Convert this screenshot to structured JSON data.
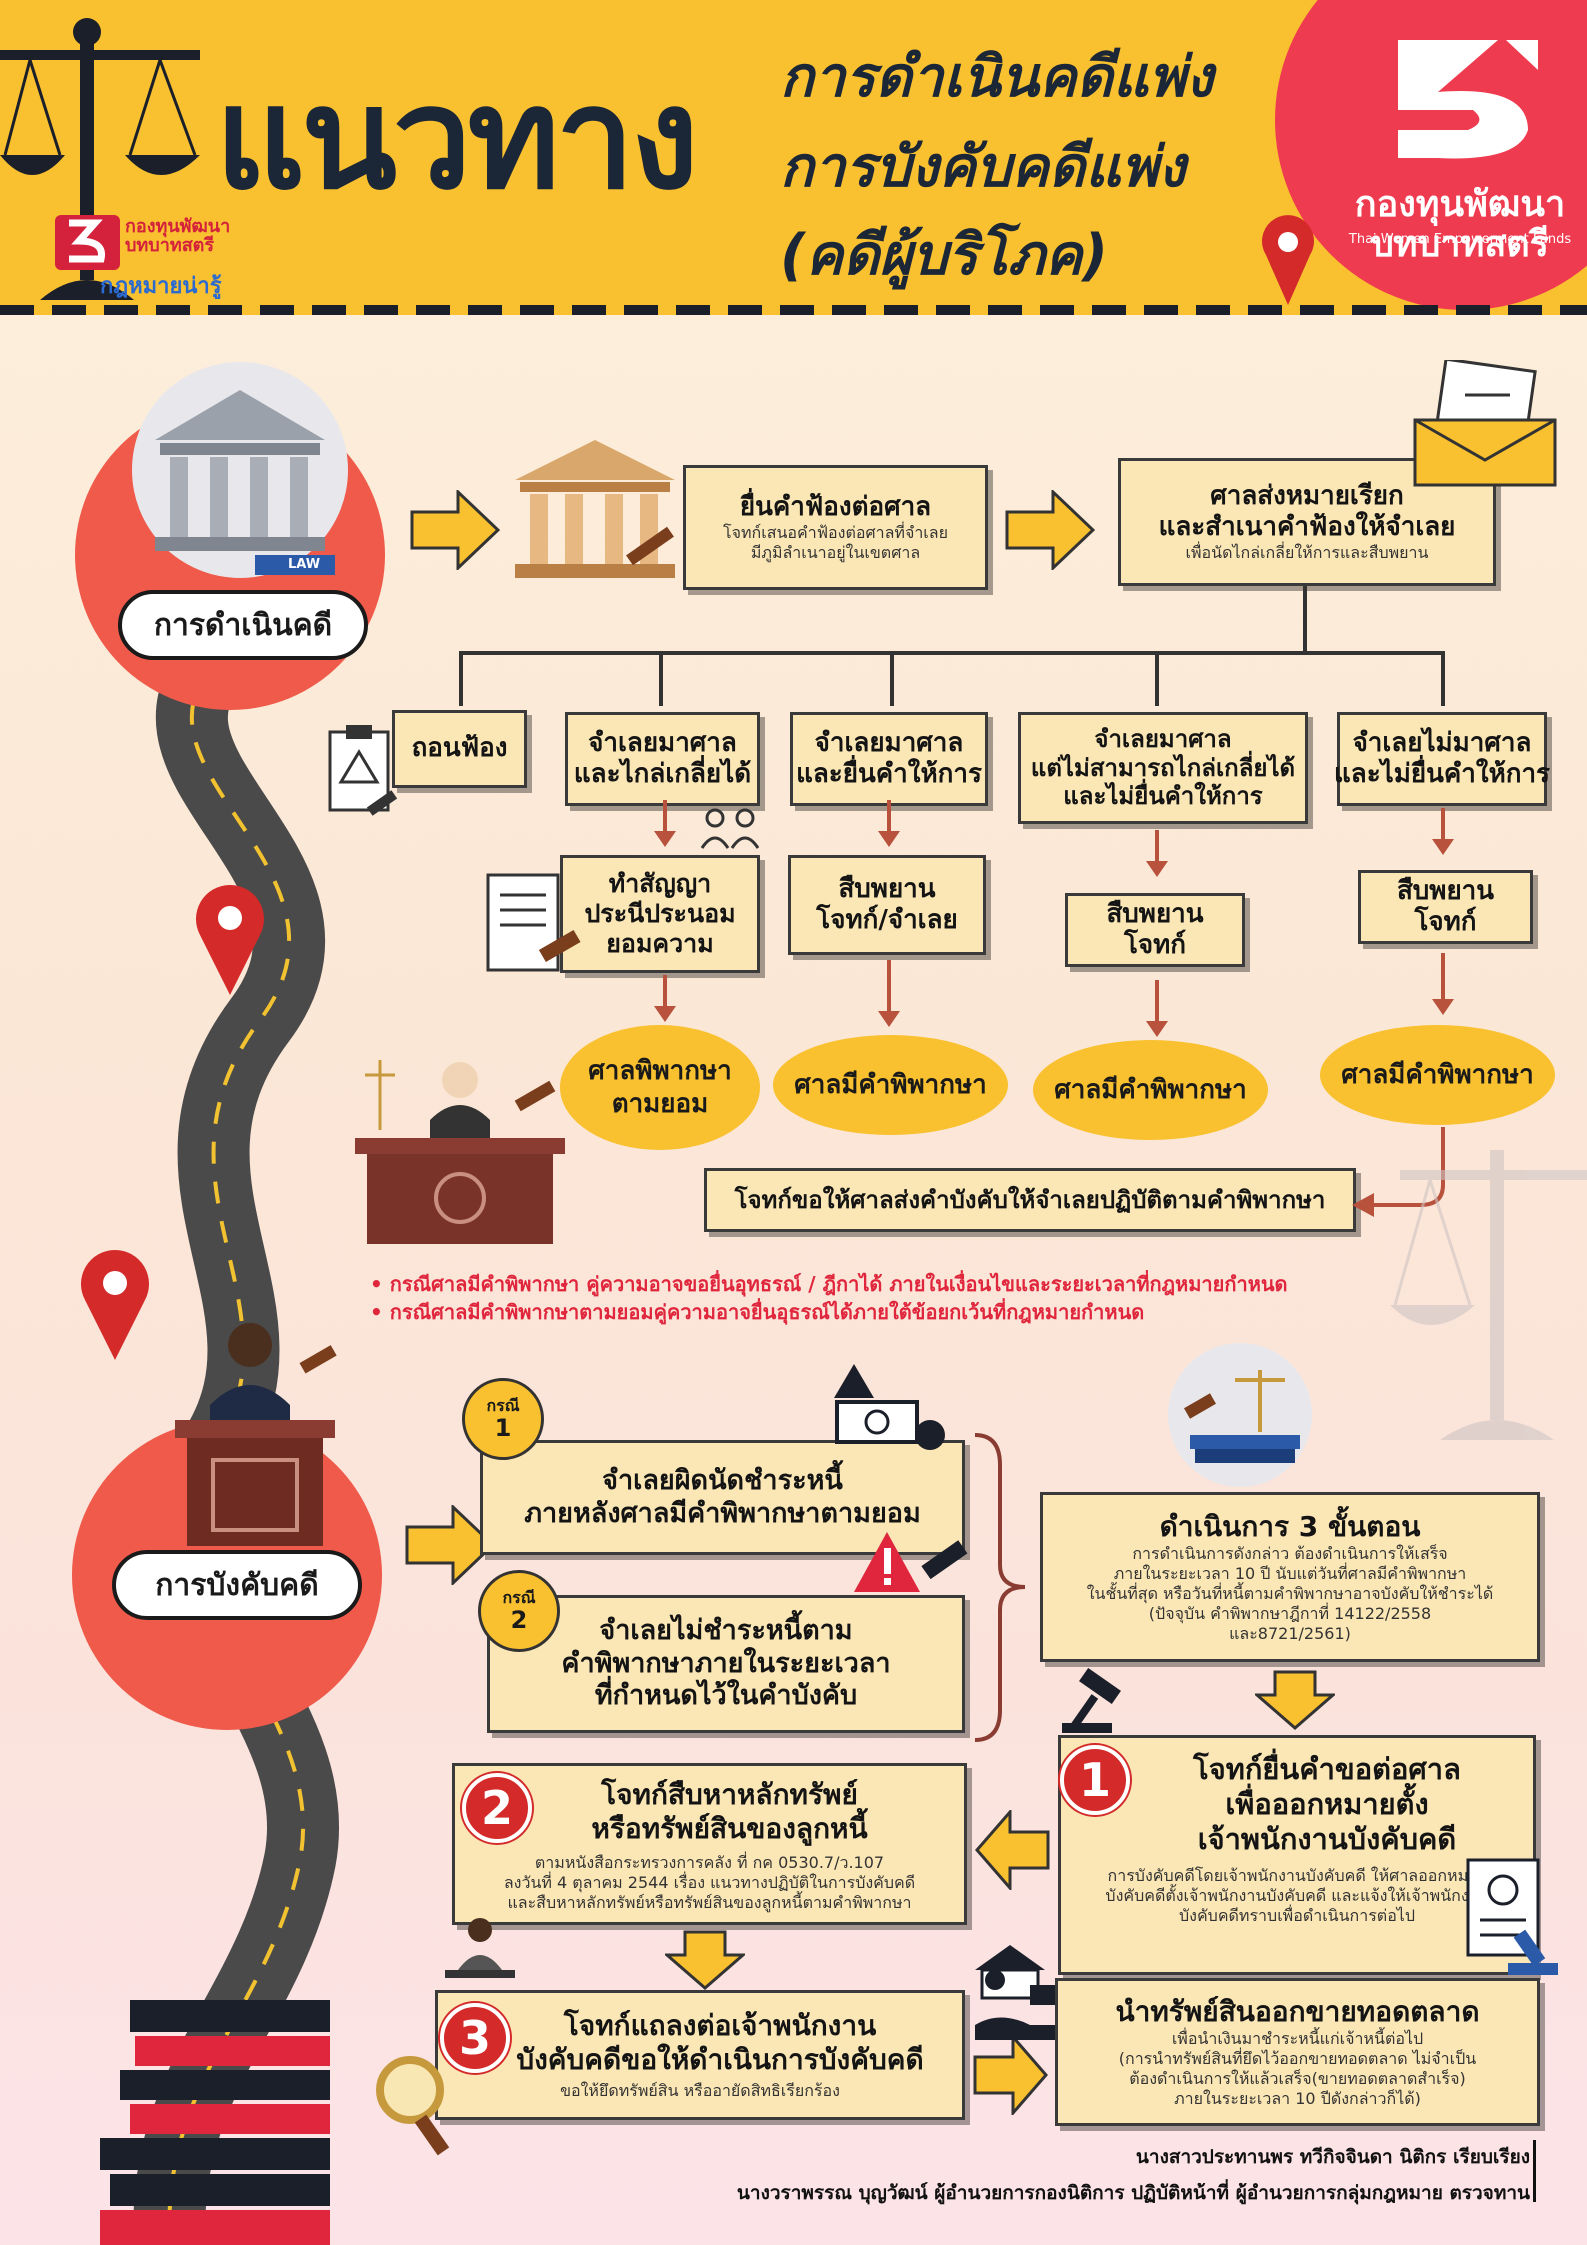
{
  "header": {
    "main_title": "แนวทาง",
    "sub_title_1": "การดำเนินคดีแพ่ง",
    "sub_title_2": "การบังคับคดีแพ่ง",
    "sub_title_3": "(คดีผู้บริโภค)",
    "brand_name": "กองทุนพัฒนา\nบทบาทสตรี",
    "brand_en": "Thai Women Empowerment Funds",
    "small_brand_name": "กองทุนพัฒนา\nบทบาทสตรี",
    "small_brand_tag": "กฎหมายน่ารู้",
    "law_label": "LAW"
  },
  "section1": {
    "label": "การดำเนินคดี",
    "file_suit": {
      "title": "ยื่นคำฟ้องต่อศาล",
      "desc": "โจทก์เสนอคำฟ้องต่อศาลที่จำเลย\nมีภูมิลำเนาอยู่ในเขตศาล"
    },
    "summons": {
      "title": "ศาลส่งหมายเรียก\nและสำเนาคำฟ้องให้จำเลย",
      "desc": "เพื่อนัดไกล่เกลี่ยให้การและสืบพยาน"
    },
    "branches": [
      {
        "title": "ถอนฟ้อง"
      },
      {
        "title": "จำเลยมาศาล\nและไกล่เกลี่ยได้",
        "step": "ทำสัญญา\nประนีประนอม\nยอมความ",
        "result": "ศาลพิพากษา\nตามยอม"
      },
      {
        "title": "จำเลยมาศาล\nและยื่นคำให้การ",
        "step": "สืบพยาน\nโจทก์/จำเลย",
        "result": "ศาลมีคำพิพากษา"
      },
      {
        "title": "จำเลยมาศาล\nแต่ไม่สามารถไกล่เกลี่ยได้\nและไม่ยื่นคำให้การ",
        "step": "สืบพยานโจทก์",
        "result": "ศาลมีคำพิพากษา"
      },
      {
        "title": "จำเลยไม่มาศาล\nและไม่ยื่นคำให้การ",
        "step": "สืบพยานโจทก์",
        "result": "ศาลมีคำพิพากษา"
      }
    ],
    "enforce_request": "โจทก์ขอให้ศาลส่งคำบังคับให้จำเลยปฏิบัติตามคำพิพากษา",
    "notes": [
      "•  กรณีศาลมีคำพิพากษา คู่ความอาจขอยื่นอุทธรณ์ / ฎีกาได้ ภายในเงื่อนไขและระยะเวลาที่กฎหมายกำหนด",
      "•  กรณีศาลมีคำพิพากษาตามยอมคู่ความอาจยื่นอุธรณ์ได้ภายใต้ข้อยกเว้นที่กฎหมายกำหนด"
    ]
  },
  "section2": {
    "label": "การบังคับคดี",
    "cases": [
      {
        "badge_a": "กรณี",
        "badge_b": "1",
        "text": "จำเลยผิดนัดชำระหนี้\nภายหลังศาลมีคำพิพากษาตามยอม"
      },
      {
        "badge_a": "กรณี",
        "badge_b": "2",
        "text": "จำเลยไม่ชำระหนี้ตาม\nคำพิพากษาภายในระยะเวลา\nที่กำหนดไว้ในคำบังคับ"
      }
    ],
    "three_steps": {
      "title": "ดำเนินการ 3 ขั้นตอน",
      "desc": "การดำเนินการดังกล่าว ต้องดำเนินการให้เสร็จ\nภายในระยะเวลา 10 ปี นับแต่วันที่ศาลมีคำพิพากษา\nในชั้นที่สุด หรือวันที่หนี้ตามคำพิพากษาอาจบังคับให้ชำระได้\n(ปัจจุบัน คำพิพากษาฎีกาที่ 14122/2558\nและ8721/2561)"
    },
    "step1": {
      "num": "1",
      "title": "โจทก์ยื่นคำขอต่อศาล\nเพื่อออกหมายตั้ง\nเจ้าพนักงานบังคับคดี",
      "desc": "การบังคับคดีโดยเจ้าพนักงานบังคับคดี ให้ศาลออกหมาย\nบังคับคดีตั้งเจ้าพนักงานบังคับคดี และแจ้งให้เจ้าพนักงาน\nบังคับคดีทราบเพื่อดำเนินการต่อไป"
    },
    "step2": {
      "num": "2",
      "title": "โจทก์สืบหาหลักทรัพย์\nหรือทรัพย์สินของลูกหนี้",
      "desc": "ตามหนังสือกระทรวงการคลัง ที่ กค 0530.7/ว.107\nลงวันที่ 4 ตุลาคม 2544 เรื่อง แนวทางปฏิบัติในการบังคับคดี\nและสืบหาหลักทรัพย์หรือทรัพย์สินของลูกหนี้ตามคำพิพากษา"
    },
    "step3": {
      "num": "3",
      "title": "โจทก์แถลงต่อเจ้าพนักงาน\nบังคับคดีขอให้ดำเนินการบังคับคดี",
      "desc": "ขอให้ยึดทรัพย์สิน หรืออายัดสิทธิเรียกร้อง"
    },
    "auction": {
      "title": "นำทรัพย์สินออกขายทอดตลาด",
      "desc": "เพื่อนำเงินมาชำระหนี้แก่เจ้าหนี้ต่อไป\n(การนำทรัพย์สินที่ยึดไว้ออกขายทอดตลาด ไม่จำเป็น\nต้องดำเนินการให้แล้วเสร็จ(ขายทอดตลาดสำเร็จ)\nภายในระยะเวลา 10 ปีดังกล่าวก็ได้)"
    }
  },
  "credits": {
    "line1": "นางสาวประทานพร ทวีกิจจินดา นิติกร  เรียบเรียง",
    "line2": "นางวราพรรณ บุญวัฒน์ ผู้อำนวยการกองนิติการ ปฏิบัติหน้าที่ ผู้อำนวยการกลุ่มกฎหมาย ตรวจทาน"
  },
  "colors": {
    "accent_yellow": "#f9c12f",
    "accent_red": "#ef3b4f",
    "circle_red": "#ef5a4a",
    "box_fill": "#fbe7b5"
  }
}
